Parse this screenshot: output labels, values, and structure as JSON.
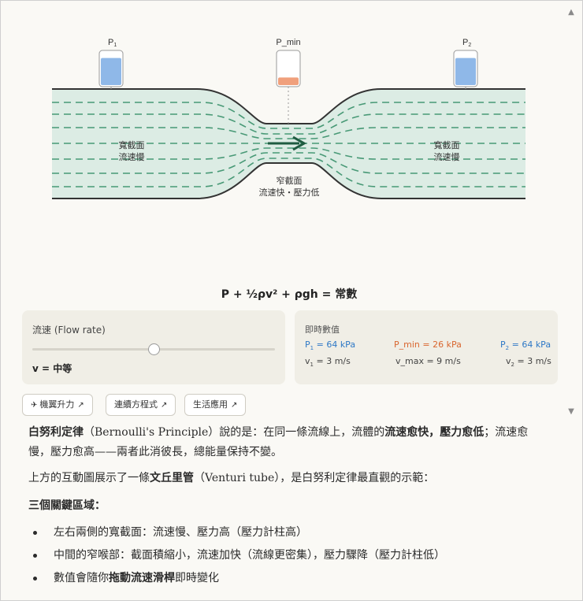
{
  "diagram": {
    "gauges": {
      "p1_label": "P",
      "p1_sub": "1",
      "pmin_label": "P_min",
      "p2_label": "P",
      "p2_sub": "2",
      "p1_fill_fraction": 0.78,
      "pmin_fill_fraction": 0.22,
      "p2_fill_fraction": 0.78
    },
    "labels": {
      "left_line1": "寬截面",
      "left_line2": "流速慢",
      "right_line1": "寬截面",
      "right_line2": "流速慢",
      "throat_line1": "窄截面",
      "throat_line2": "流速快・壓力低"
    },
    "colors": {
      "tube_fill": "#dcece4",
      "streamline": "#2e8b63",
      "arrow": "#1f5c41",
      "gauge_blue": "#8fb8e8",
      "gauge_orange": "#f0a07c"
    }
  },
  "equation": "P + ½ρv² + ρgh = 常數",
  "controls": {
    "flow_title": "流速 (Flow rate)",
    "slider_fraction": 0.5,
    "speed_label": "v = 中等"
  },
  "live": {
    "title": "即時數值",
    "p1_prefix": "P",
    "p1_sub": "1",
    "p1_value": " = 64 kPa",
    "pmin": "P_min = 26 kPa",
    "p2_prefix": "P",
    "p2_sub": "2",
    "p2_value": " = 64 kPa",
    "v1_prefix": "v",
    "v1_sub": "1",
    "v1_value": " = 3 m/s",
    "vmax": "v_max = 9 m/s",
    "v2_prefix": "v",
    "v2_sub": "2",
    "v2_value": " = 3 m/s"
  },
  "chips": [
    {
      "icon": "✈",
      "label": "機翼升力"
    },
    {
      "label": "連續方程式"
    },
    {
      "label": "生活應用"
    }
  ],
  "content": {
    "p1_a": "白努利定律",
    "p1_b": "（Bernoulli's Principle）說的是：在同一條流線上，流體的",
    "p1_c": "流速愈快，壓力愈低",
    "p1_d": "；流速愈慢，壓力愈高——兩者此消彼長，總能量保持不變。",
    "p2_a": "上方的互動圖展示了一條",
    "p2_b": "文丘里管",
    "p2_c": "（Venturi tube），是白努利定律最直觀的示範：",
    "p3": "三個關鍵區域：",
    "bullet1": "左右兩側的寬截面：流速慢、壓力高（壓力計柱高）",
    "bullet2": "中間的窄喉部：截面積縮小，流速加快（流線更密集），壓力驟降（壓力計柱低）",
    "bullet3_a": "數值會隨你",
    "bullet3_b": "拖動流速滑桿",
    "bullet3_c": "即時變化"
  }
}
